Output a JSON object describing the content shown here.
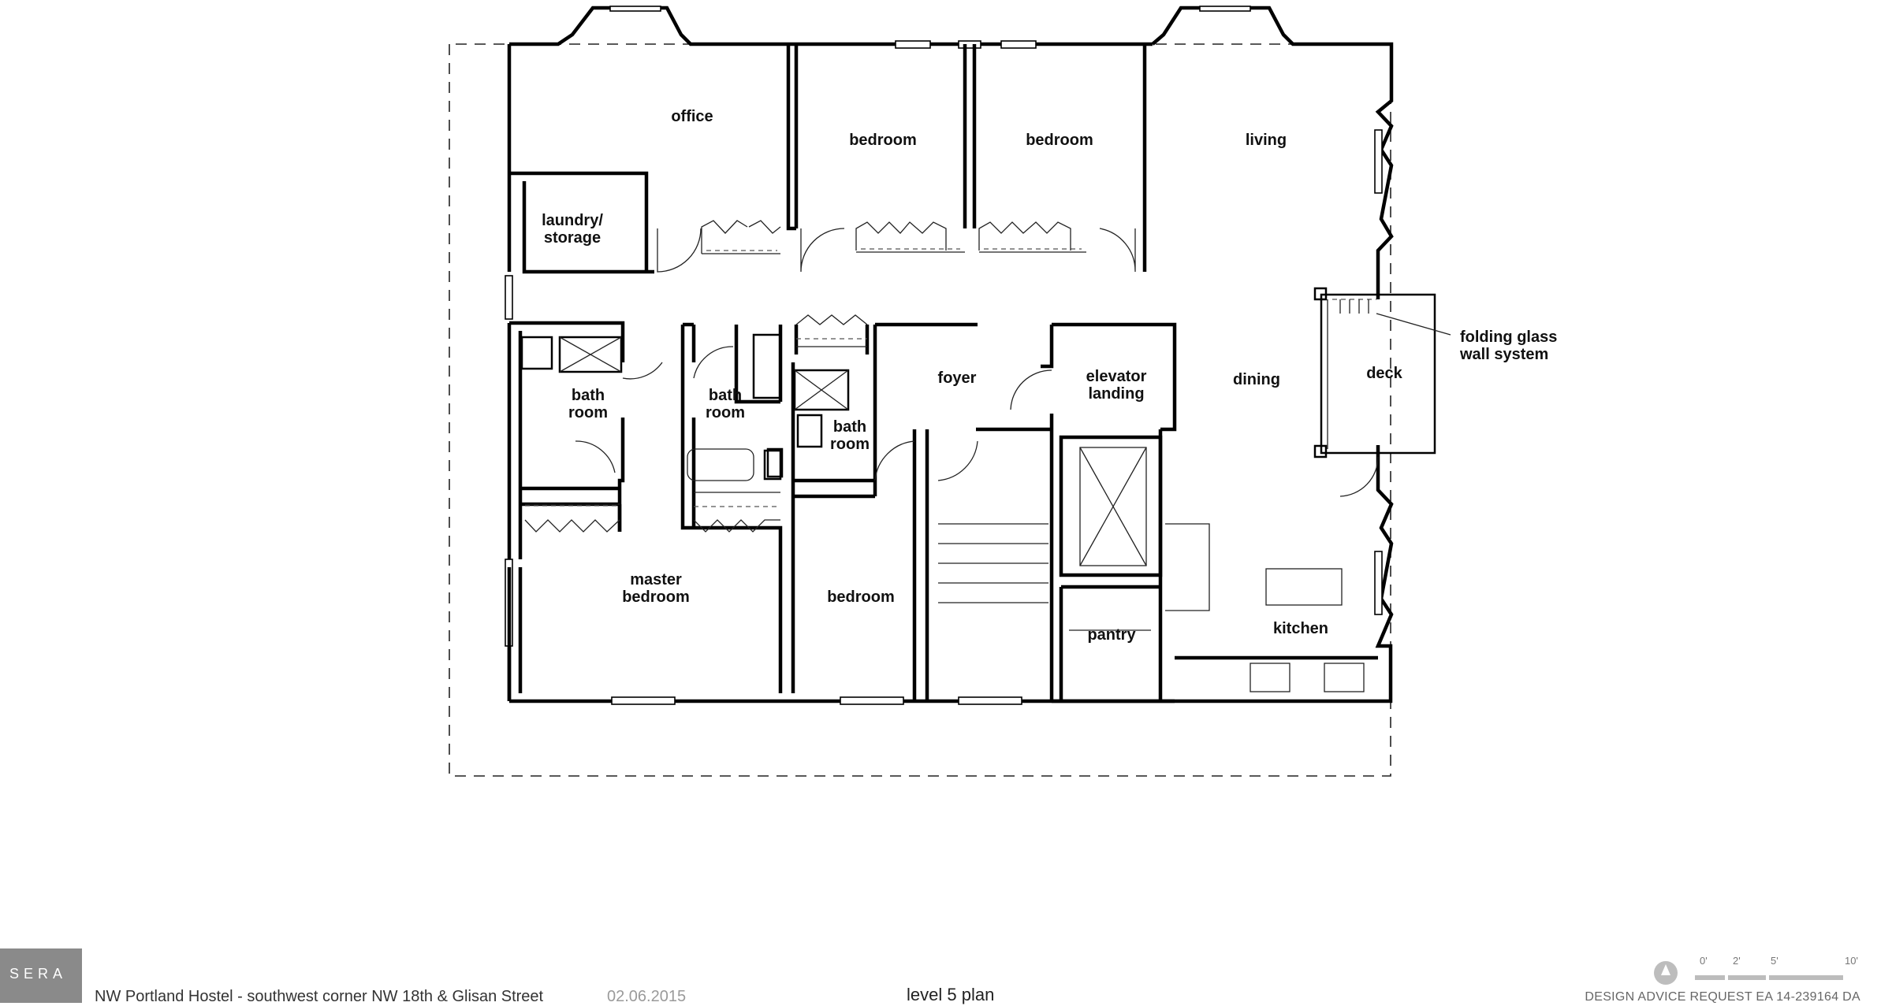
{
  "plan": {
    "rooms": {
      "office": "office",
      "bedroom_1": "bedroom",
      "bedroom_2": "bedroom",
      "living": "living",
      "laundry_1": "laundry/",
      "laundry_2": "storage",
      "bath1_1": "bath",
      "bath1_2": "room",
      "bath2_1": "bath",
      "bath2_2": "room",
      "bath3_1": "bath",
      "bath3_2": "room",
      "foyer": "foyer",
      "elevator_1": "elevator",
      "elevator_2": "landing",
      "dining": "dining",
      "deck": "deck",
      "master_1": "master",
      "master_2": "bedroom",
      "bedroom_3": "bedroom",
      "pantry": "pantry",
      "kitchen": "kitchen"
    },
    "callout_1": "folding glass",
    "callout_2": "wall system"
  },
  "footer": {
    "logo": "SERA",
    "project": "NW Portland Hostel - southwest corner NW 18th & Glisan Street",
    "date": "02.06.2015",
    "sheet_title": "level 5 plan",
    "request": "DESIGN ADVICE REQUEST  EA 14-239164 DA"
  },
  "scale_bar": {
    "ticks": [
      "0'",
      "2'",
      "5'",
      "10'"
    ]
  }
}
